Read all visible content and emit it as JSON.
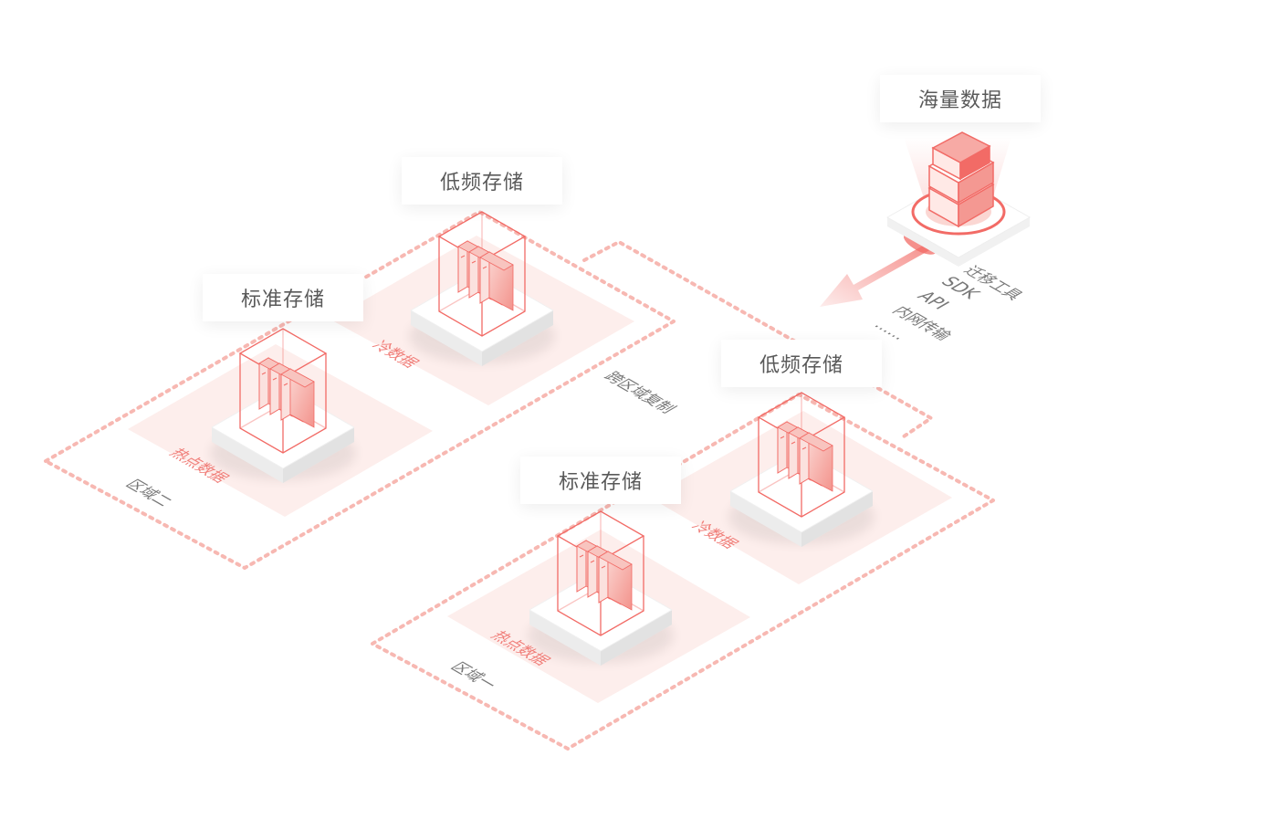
{
  "source": {
    "title": "海量数据",
    "methods": [
      "迁移工具",
      "SDK",
      "API",
      "内网传输",
      "……"
    ]
  },
  "cross_region_label": "跨区域复制",
  "regions": [
    {
      "name": "区域二",
      "standard": {
        "title": "标准存储",
        "data": "热点数据"
      },
      "infrequent": {
        "title": "低频存储",
        "data": "冷数据"
      }
    },
    {
      "name": "区域一",
      "standard": {
        "title": "标准存储",
        "data": "热点数据"
      },
      "infrequent": {
        "title": "低频存储",
        "data": "冷数据"
      }
    }
  ],
  "colors": {
    "accent": "#f26b66",
    "accent_light": "#fde5e2",
    "dash": "#f7b8b2",
    "text": "#595959"
  }
}
